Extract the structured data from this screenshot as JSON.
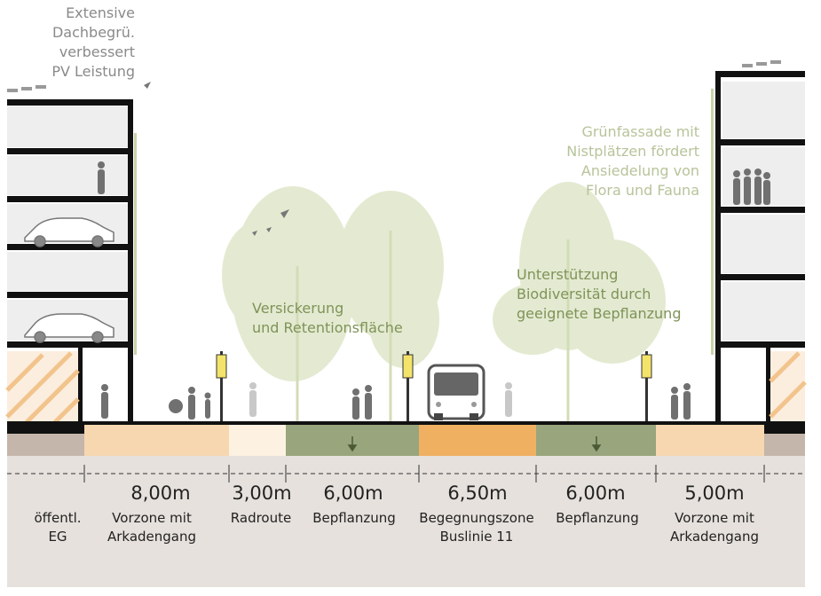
{
  "annotations": {
    "roof_green": [
      "Extensive",
      "Dachbegrü.",
      "verbessert",
      "PV Leistung"
    ],
    "facade_green": [
      "Grünfassade mit",
      "Nistplätzen fördert",
      "Ansiedelung von",
      "Flora und Fauna"
    ],
    "infiltration": [
      "Versickerung",
      "und Retentionsfläche"
    ],
    "biodiversity": [
      "Unterstützung",
      "Biodiversität durch",
      "geeignete Bepflanzung"
    ]
  },
  "zones": [
    {
      "id": "eg",
      "width_label": "",
      "name": [
        "öffentl.",
        "EG"
      ],
      "color": "#c4b6aa"
    },
    {
      "id": "vorzone-left",
      "width_label": "8,00m",
      "name": [
        "Vorzone mit",
        "Arkadengang"
      ],
      "color": "#f7d7b0"
    },
    {
      "id": "radroute",
      "width_label": "3,00m",
      "name": [
        "Radroute"
      ],
      "color": "#fdf1e2"
    },
    {
      "id": "bepflanzung-left",
      "width_label": "6,00m",
      "name": [
        "Bepflanzung"
      ],
      "color": "#98a57d"
    },
    {
      "id": "begegnungszone",
      "width_label": "6,50m",
      "name": [
        "Begegnungszone",
        "Buslinie 11"
      ],
      "color": "#f0b062"
    },
    {
      "id": "bepflanzung-right",
      "width_label": "6,00m",
      "name": [
        "Bepflanzung"
      ],
      "color": "#98a57d"
    },
    {
      "id": "vorzone-right",
      "width_label": "5,00m",
      "name": [
        "Vorzone mit",
        "Arkadengang"
      ],
      "color": "#f7d7b0"
    }
  ],
  "colors": {
    "ground_panel": "#e6e1dc",
    "building_line": "#111111",
    "tree_foliage": "#dfe6c9",
    "figure": "#6f6f6f",
    "lamp_light": "#f5e663"
  }
}
